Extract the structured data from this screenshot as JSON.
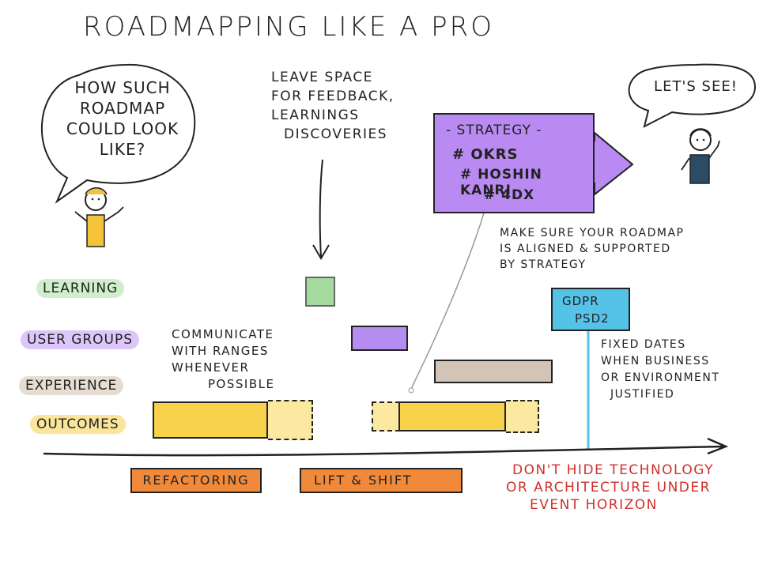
{
  "title": "ROADMAPPING LIKE A PRO",
  "left_bubble": [
    "HOW SUCH",
    "ROADMAP",
    "COULD LOOK",
    "LIKE?"
  ],
  "right_bubble": "LET'S SEE!",
  "feedback_note": [
    "LEAVE SPACE",
    "FOR FEEDBACK,",
    "LEARNINGS",
    "DISCOVERIES"
  ],
  "strategy": {
    "header": "- STRATEGY -",
    "lines": [
      "# OKRs",
      "# HOSHIN KANRI",
      "# 4DX"
    ]
  },
  "strategy_note": [
    "MAKE SURE YOUR ROADMAP",
    "IS ALIGNED & SUPPORTED",
    "BY STRATEGY"
  ],
  "ranges_note": [
    "COMMUNICATE",
    "WITH RANGES",
    "WHENEVER",
    "POSSIBLE"
  ],
  "gdpr": [
    "GDPR",
    "PSD2"
  ],
  "fixed_dates_note": [
    "FIXED DATES",
    "WHEN BUSINESS",
    "OR ENVIRONMENT",
    "JUSTIFIED"
  ],
  "lanes": [
    {
      "label": "LEARNING",
      "color": "#8fd18a"
    },
    {
      "label": "USER GROUPS",
      "color": "#b58cf0"
    },
    {
      "label": "EXPERIENCE",
      "color": "#cbb9a8"
    },
    {
      "label": "OUTCOMES",
      "color": "#f5cf3d"
    }
  ],
  "tech_items": [
    "REFACTORING",
    "LIFT & SHIFT"
  ],
  "bottom_note": [
    "DON'T HIDE TECHNOLOGY",
    "OR ARCHITECTURE UNDER",
    "EVENT HORIZON"
  ],
  "colors": {
    "learning": "#9fd69a",
    "user_groups": "#b58cf0",
    "experience": "#d2c4b6",
    "outcomes": "#f7d24a",
    "strategy": "#b98af2",
    "gdpr": "#55c2e8",
    "technology": "#f08a3a",
    "warning_text": "#d0302a"
  }
}
